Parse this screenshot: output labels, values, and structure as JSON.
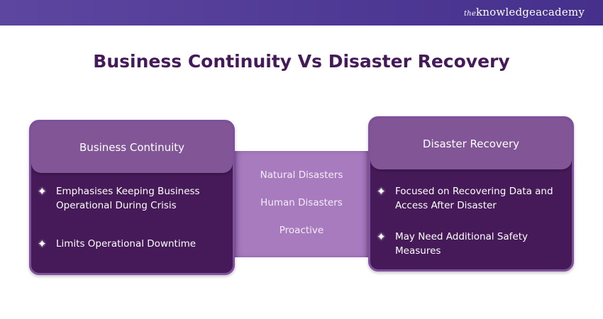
{
  "header": {
    "brand_prefix": "the",
    "brand_name": "knowledgeacademy"
  },
  "title": "Business Continuity Vs Disaster Recovery",
  "left_card": {
    "heading": "Business Continuity",
    "bullets": [
      "Emphasises Keeping Business Operational During Crisis",
      "Limits Operational Downtime"
    ]
  },
  "middle": {
    "items": [
      "Natural Disasters",
      "Human Disasters",
      "Proactive"
    ]
  },
  "right_card": {
    "heading": "Disaster Recovery",
    "bullets": [
      "Focused on Recovering Data and Access After Disaster",
      "May Need Additional Safety Measures"
    ]
  },
  "icons": {
    "bullet": "sparkle-star-icon",
    "bullet_glyph": "✦"
  },
  "colors": {
    "header_bg": "#4f3a96",
    "title": "#451a58",
    "card_body": "#461a58",
    "card_head": "#825597",
    "middle_bg": "#a87bbf"
  }
}
